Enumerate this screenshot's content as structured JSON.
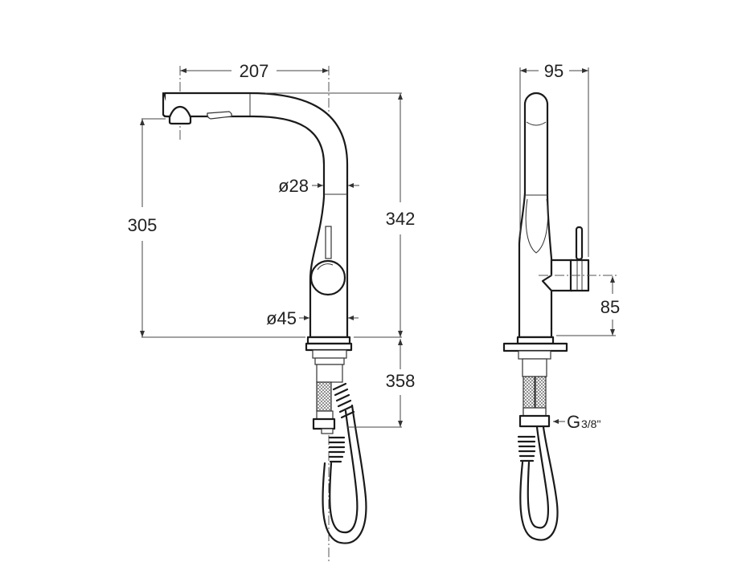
{
  "diagram": {
    "subject": "Pull-out kitchen faucet technical drawing",
    "views": [
      {
        "name": "front-view",
        "dimensions": {
          "spout_reach": "207",
          "spout_height": "305",
          "total_height": "342",
          "body_top_diameter": "ø28",
          "body_base_diameter": "ø45",
          "below_deck_length": "358"
        }
      },
      {
        "name": "side-view",
        "dimensions": {
          "width": "95",
          "handle_height": "85",
          "connection_thread": "G",
          "connection_thread_fraction": "3/8\""
        }
      }
    ]
  },
  "colors": {
    "line": "#1a1a1a",
    "dimension": "#444444",
    "background": "#ffffff"
  }
}
